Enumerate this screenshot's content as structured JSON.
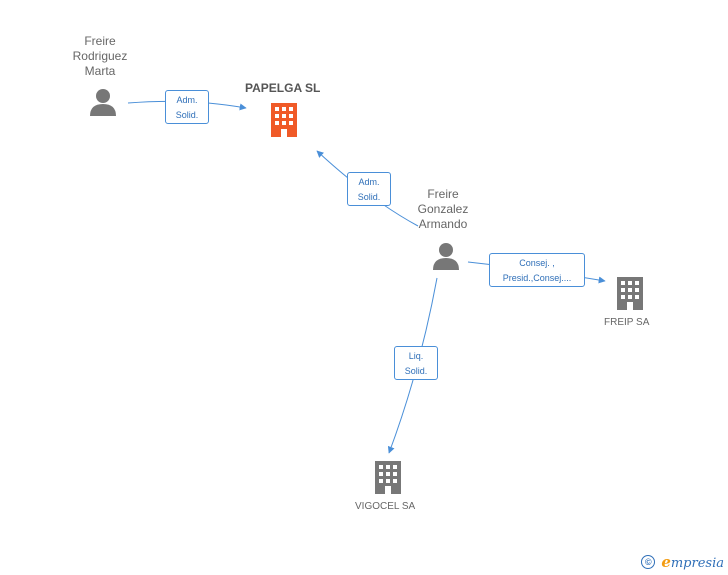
{
  "nodes": {
    "freire_rodriguez_marta": {
      "name_lines": [
        "Freire",
        "Rodriguez",
        "Marta"
      ],
      "type": "person"
    },
    "papelga_sl": {
      "name": "PAPELGA SL",
      "type": "company",
      "highlight": true
    },
    "freire_gonzalez_armando": {
      "name_lines": [
        "Freire",
        "Gonzalez",
        "Armando"
      ],
      "type": "person"
    },
    "freip_sa": {
      "name": "FREIP SA",
      "type": "company"
    },
    "vigocel_sa": {
      "name": "VIGOCEL SA",
      "type": "company"
    }
  },
  "edges": [
    {
      "from": "freire_rodriguez_marta",
      "to": "papelga_sl",
      "label_lines": [
        "Adm.",
        "Solid."
      ]
    },
    {
      "from": "freire_gonzalez_armando",
      "to": "papelga_sl",
      "label_lines": [
        "Adm.",
        "Solid."
      ]
    },
    {
      "from": "freire_gonzalez_armando",
      "to": "freip_sa",
      "label_lines": [
        "Consej. ,",
        "Presid.,Consej...."
      ]
    },
    {
      "from": "freire_gonzalez_armando",
      "to": "vigocel_sa",
      "label_lines": [
        "Liq.",
        "Solid."
      ]
    }
  ],
  "colors": {
    "edge": "#4a8fd8",
    "person_icon": "#777777",
    "company_icon": "#777777",
    "highlight_company_icon": "#f05a28"
  },
  "footer": {
    "copyright_symbol": "©",
    "brand_initial": "e",
    "brand_rest": "mpresia"
  }
}
